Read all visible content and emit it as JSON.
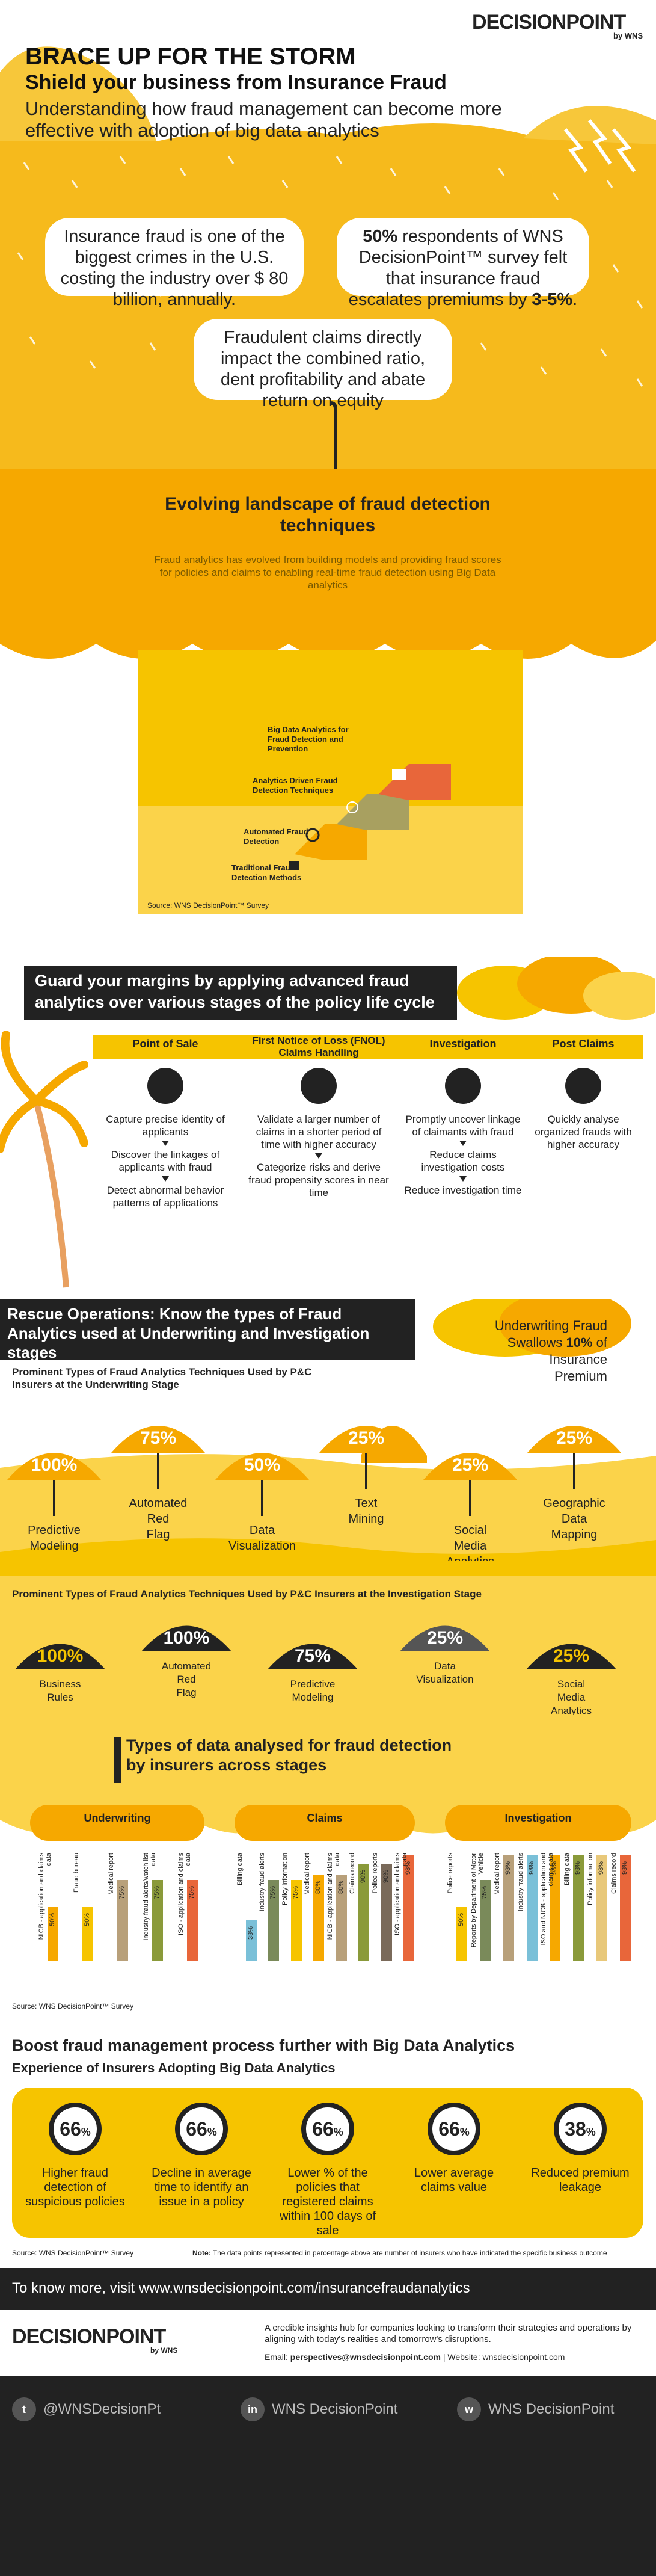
{
  "brand": {
    "name": "DECISIONPOINT",
    "by": "by WNS"
  },
  "header": {
    "title": "BRACE UP FOR THE STORM",
    "subtitle": "Shield your business from Insurance Fraud",
    "intro": "Understanding how fraud management can become more effective with adoption of big data analytics"
  },
  "clouds": {
    "c1": "Insurance fraud is one of the biggest crimes in the U.S. costing the industry over $ 80 billion, annually.",
    "c2_bold": "50%",
    "c2_a": " respondents of WNS DecisionPoint™ survey felt that insurance fraud escalates premiums by ",
    "c2_b": "3-5%",
    "c2_c": ".",
    "c3": "Fraudulent claims directly impact the combined ratio, dent profitability and abate return on equity"
  },
  "evolving": {
    "title": "Evolving landscape of fraud detection techniques",
    "desc": "Fraud analytics has evolved from building models and providing fraud scores for policies and claims to enabling real-time fraud detection using Big Data analytics",
    "steps": [
      "Traditional Fraud Detection Methods",
      "Automated Fraud Detection",
      "Analytics Driven Fraud Detection Techniques",
      "Big Data Analytics for Fraud Detection and Prevention"
    ],
    "source": "Source: WNS DecisionPoint™ Survey"
  },
  "margins": {
    "title": "Guard your margins by applying advanced fraud analytics over various stages of the policy life cycle",
    "stages": [
      {
        "name": "Point of Sale",
        "items": [
          "Capture precise identity of applicants",
          "Discover the linkages of applicants with fraud",
          "Detect abnormal behavior patterns of applications"
        ]
      },
      {
        "name": "First Notice of Loss (FNOL) Claims Handling",
        "items": [
          "Validate a larger number of claims in a shorter period of time with higher accuracy",
          "Categorize risks and derive fraud propensity scores in near time"
        ]
      },
      {
        "name": "Investigation",
        "items": [
          "Promptly uncover linkage of claimants with fraud",
          "Reduce claims investigation costs",
          "Reduce investigation time"
        ]
      },
      {
        "name": "Post Claims",
        "items": [
          "Quickly analyse organized frauds with higher accuracy"
        ]
      }
    ]
  },
  "rescue": {
    "title": "Rescue Operations: Know the types of Fraud Analytics used at Underwriting and Investigation stages",
    "uw_sub": "Prominent Types of Fraud Analytics Techniques Used by P&C Insurers at the Underwriting Stage",
    "swallow_a": "Underwriting Fraud Swallows ",
    "swallow_b": "10%",
    "swallow_c": " of Insurance Premium",
    "uw": [
      {
        "pct": "100%",
        "label": "Predictive Modeling"
      },
      {
        "pct": "75%",
        "label": "Automated Red Flag"
      },
      {
        "pct": "50%",
        "label": "Data Visualization"
      },
      {
        "pct": "25%",
        "label": "Text Mining"
      },
      {
        "pct": "25%",
        "label": "Social Media Analytics"
      },
      {
        "pct": "25%",
        "label": "Geographic Data Mapping"
      }
    ],
    "inv_sub": "Prominent Types of Fraud Analytics Techniques Used by P&C Insurers at the Investigation Stage",
    "inv": [
      {
        "pct": "100%",
        "label": "Business Rules"
      },
      {
        "pct": "100%",
        "label": "Automated Red Flag"
      },
      {
        "pct": "75%",
        "label": "Predictive Modeling"
      },
      {
        "pct": "25%",
        "label": "Data Visualization"
      },
      {
        "pct": "25%",
        "label": "Social Media Analytics"
      }
    ]
  },
  "types": {
    "title": "Types of data analysed for fraud detection by insurers across stages",
    "source": "Source: WNS DecisionPoint™ Survey",
    "groups": [
      {
        "name": "Underwriting",
        "bars": [
          {
            "label": "NICB - application and claims data",
            "value": "50%",
            "v": 50,
            "c": "#f6a800"
          },
          {
            "label": "Fraud bureau",
            "value": "50%",
            "v": 50,
            "c": "#f6c400"
          },
          {
            "label": "Medical report",
            "value": "75%",
            "v": 75,
            "c": "#b8a07a"
          },
          {
            "label": "Industry fraud alerts/watch list data",
            "value": "75%",
            "v": 75,
            "c": "#8a9a3a"
          },
          {
            "label": "ISO - application and claims data",
            "value": "75%",
            "v": 75,
            "c": "#e8663a"
          }
        ]
      },
      {
        "name": "Claims",
        "bars": [
          {
            "label": "Billing data",
            "value": "38%",
            "v": 38,
            "c": "#7ac0d8"
          },
          {
            "label": "Industry fraud alerts",
            "value": "75%",
            "v": 75,
            "c": "#7a8a5a"
          },
          {
            "label": "Policy information",
            "value": "75%",
            "v": 75,
            "c": "#f6c400"
          },
          {
            "label": "Medical report",
            "value": "80%",
            "v": 80,
            "c": "#f6a800"
          },
          {
            "label": "NICB - application and claims data",
            "value": "80%",
            "v": 80,
            "c": "#b8a07a"
          },
          {
            "label": "Claims record",
            "value": "90%",
            "v": 90,
            "c": "#8a9a3a"
          },
          {
            "label": "Police reports",
            "value": "90%",
            "v": 90,
            "c": "#7a6a5a"
          },
          {
            "label": "ISO - application and claims data",
            "value": "98%",
            "v": 98,
            "c": "#e8663a"
          }
        ]
      },
      {
        "name": "Investigation",
        "bars": [
          {
            "label": "Police reports",
            "value": "50%",
            "v": 50,
            "c": "#f6c400"
          },
          {
            "label": "Reports by Department of Motor Vehicle",
            "value": "75%",
            "v": 75,
            "c": "#7a8a5a"
          },
          {
            "label": "Medical report",
            "value": "98%",
            "v": 98,
            "c": "#b8a07a"
          },
          {
            "label": "Industry fraud alerts",
            "value": "98%",
            "v": 98,
            "c": "#7ac0d8"
          },
          {
            "label": "ISO and NICB - application and claims data",
            "value": "98%",
            "v": 98,
            "c": "#f6a800"
          },
          {
            "label": "Billing data",
            "value": "98%",
            "v": 98,
            "c": "#8a9a3a"
          },
          {
            "label": "Policy information",
            "value": "98%",
            "v": 98,
            "c": "#e8c87a"
          },
          {
            "label": "Claims record",
            "value": "98%",
            "v": 98,
            "c": "#e8663a"
          }
        ]
      }
    ]
  },
  "boost": {
    "title": "Boost fraud management process further with Big Data Analytics",
    "sub": "Experience of Insurers Adopting Big Data Analytics",
    "items": [
      {
        "pct": "66",
        "unit": "%",
        "label": "Higher fraud detection of suspicious policies"
      },
      {
        "pct": "66",
        "unit": "%",
        "label": "Decline in average time to identify an issue in a policy"
      },
      {
        "pct": "66",
        "unit": "%",
        "label": "Lower % of the policies that registered claims within 100 days of sale"
      },
      {
        "pct": "66",
        "unit": "%",
        "label": "Lower average claims value"
      },
      {
        "pct": "38",
        "unit": "%",
        "label": "Reduced premium leakage"
      }
    ],
    "source": "Source: WNS DecisionPoint™ Survey",
    "note_b": "Note:",
    "note": " The data points represented in percentage above are number of insurers who have indicated the specific business outcome"
  },
  "footer": {
    "more": "To know more, visit www.wnsdecisionpoint.com/insurancefraudanalytics",
    "about": "A credible insights hub for companies looking to transform their strategies and operations by aligning with today's realities and tomorrow's disruptions.",
    "email_l": "Email:",
    "email": "perspectives@wnsdecisionpoint.com",
    "web_l": "Website:",
    "web": "wnsdecisionpoint.com",
    "social": [
      {
        "icon": "twitter-icon",
        "text": "@WNSDecisionPt"
      },
      {
        "icon": "linkedin-icon",
        "text": "WNS DecisionPoint"
      },
      {
        "icon": "wns-icon",
        "text": "WNS DecisionPoint"
      }
    ]
  }
}
